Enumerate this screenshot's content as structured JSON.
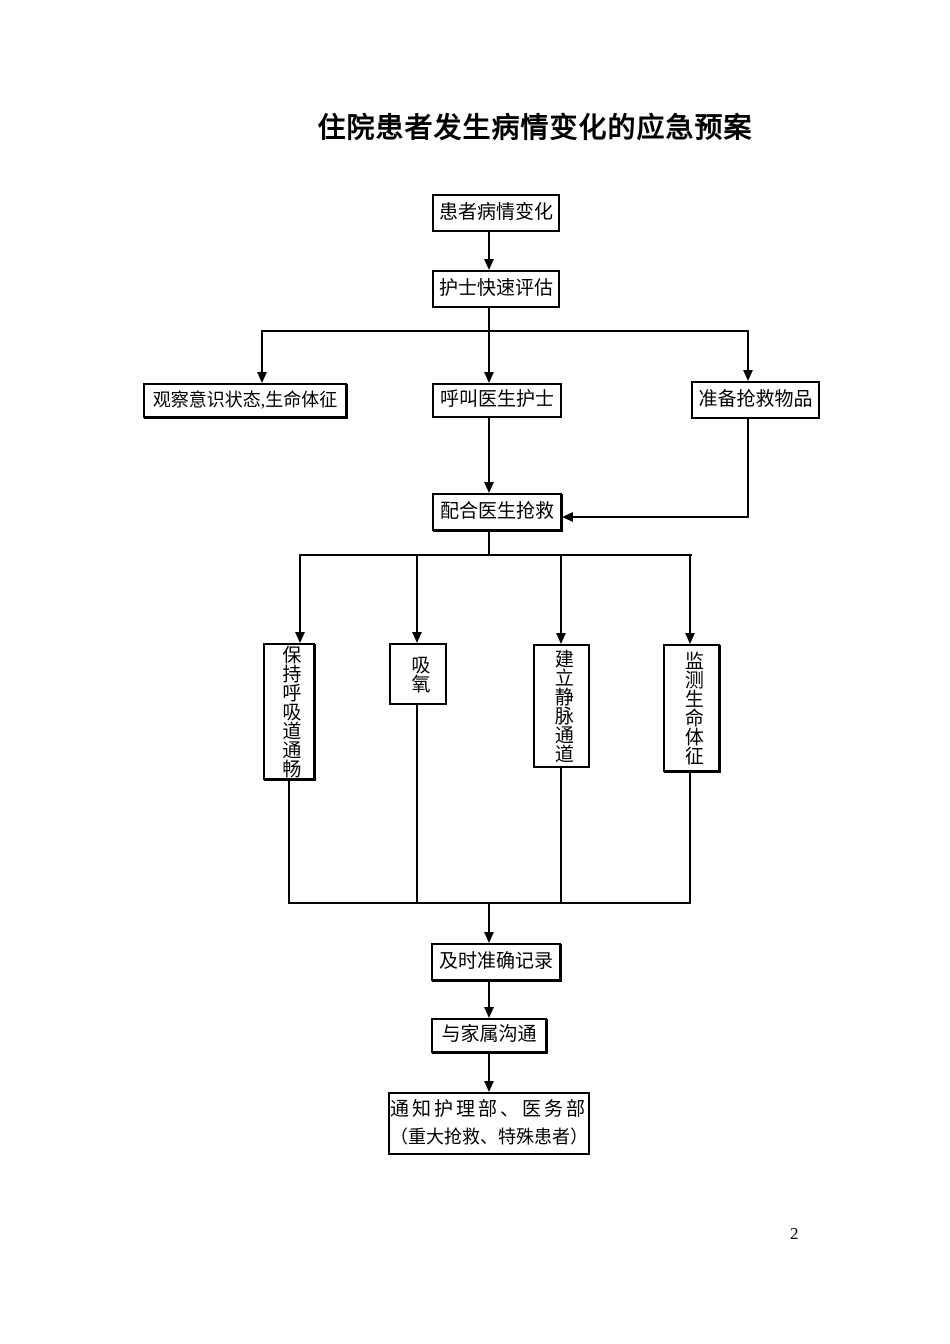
{
  "page": {
    "title": "住院患者发生病情变化的应急预案",
    "page_number": "2"
  },
  "flowchart": {
    "nodes": {
      "patient_change": "患者病情变化",
      "nurse_assess": "护士快速评估",
      "observe": "观察意识状态,生命体征",
      "call_doctor": "呼叫医生护士",
      "prepare_supplies": "准备抢救物品",
      "cooperate_rescue": "配合医生抢救",
      "keep_airway": "保持呼吸道通畅",
      "oxygen": "吸氧",
      "iv_access": "建立静脉通道",
      "monitor_vitals": "监测生命体征",
      "record": "及时准确记录",
      "family_comm": "与家属沟通",
      "notify_line1": "通知护理部、医务部",
      "notify_line2": "（重大抢救、特殊患者）"
    },
    "colors": {
      "line": "#000000",
      "box_border": "#000000",
      "text": "#000000",
      "background": "#ffffff"
    }
  }
}
